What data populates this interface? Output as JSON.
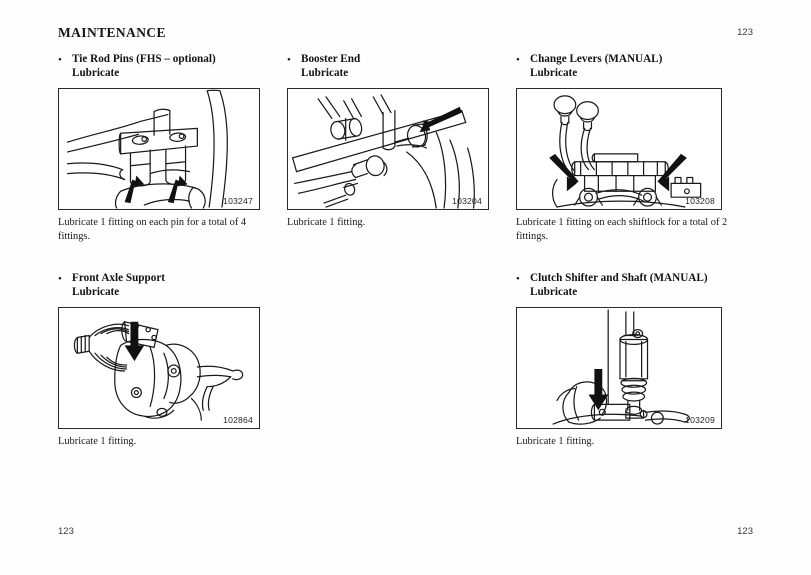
{
  "document": {
    "header_title": "MAINTENANCE",
    "page_number_top_right": "123",
    "page_number_bottom_left": "123",
    "page_number_bottom_right": "123"
  },
  "items": [
    {
      "bullet": "•",
      "title": "Tie Rod Pins (FHS – optional)",
      "subtitle": "Lubricate",
      "figure_id": "103247",
      "figure_name": "tie-rod-pins-illustration",
      "caption": "Lubricate 1 fitting on each pin for a total of 4 fittings."
    },
    {
      "bullet": "•",
      "title": "Booster End",
      "subtitle": "Lubricate",
      "figure_id": "103204",
      "figure_name": "booster-end-illustration",
      "caption": "Lubricate 1 fitting."
    },
    {
      "bullet": "•",
      "title": "Change Levers (MANUAL)",
      "subtitle": "Lubricate",
      "figure_id": "103208",
      "figure_name": "change-levers-illustration",
      "caption": "Lubricate 1 fitting on each shiftlock for a total of 2 fittings."
    },
    {
      "bullet": "•",
      "title": "Front Axle Support",
      "subtitle": "Lubricate",
      "figure_id": "102864",
      "figure_name": "front-axle-support-illustration",
      "caption": "Lubricate 1 fitting."
    },
    {
      "bullet": "•",
      "title": "Clutch Shifter and Shaft (MANUAL)",
      "subtitle": "Lubricate",
      "figure_id": "103209",
      "figure_name": "clutch-shifter-shaft-illustration",
      "caption": "Lubricate 1 fitting."
    }
  ],
  "colors": {
    "ink": "#1b1b1b",
    "rule": "#2a2a2a",
    "paper": "#fefefe"
  }
}
